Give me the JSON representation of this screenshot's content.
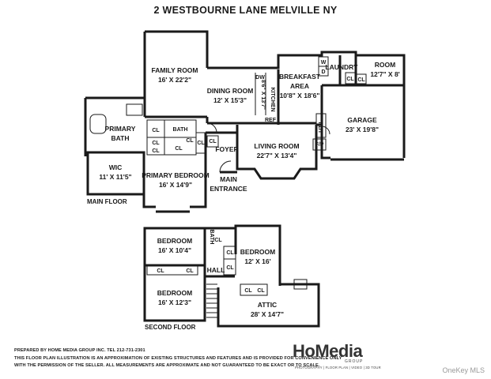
{
  "title": "2 WESTBOURNE LANE MELVILLE NY",
  "main_floor": {
    "label": "MAIN FLOOR",
    "rooms": {
      "family_room": {
        "name": "FAMILY ROOM",
        "dims": "16' X 22'2\""
      },
      "dining_room": {
        "name": "DINING ROOM",
        "dims": "12' X 15'3\""
      },
      "dw": "DW",
      "dw_dims": "8'6\" X 13'7\"",
      "kitchen": "KITCHEN",
      "ref": "REF",
      "breakfast": {
        "name1": "BREAKFAST",
        "name2": "AREA",
        "dims": "10'8\" X 18'6\""
      },
      "w": "W",
      "d": "D",
      "laundry": "LAUNDRY",
      "room": {
        "name": "ROOM",
        "dims": "12'7\" X 8'"
      },
      "garage": {
        "name": "GARAGE",
        "dims": "23' X 19'8\""
      },
      "util": "UTIL",
      "fp": "F/P",
      "living_room": {
        "name": "LIVING ROOM",
        "dims": "22'7\" X 13'4\""
      },
      "foyer": "FOYER",
      "main_entrance1": "MAIN",
      "main_entrance2": "ENTRANCE",
      "primary_bath": {
        "name1": "PRIMARY",
        "name2": "BATH"
      },
      "bath": "BATH",
      "wic": {
        "name": "WIC",
        "dims": "11' X 11'5\""
      },
      "primary_bedroom": {
        "name": "PRIMARY BEDROOM",
        "dims": "16' X 14'9\""
      },
      "cl": "CL"
    }
  },
  "second_floor": {
    "label": "SECOND FLOOR",
    "rooms": {
      "bedroom1": {
        "name": "BEDROOM",
        "dims": "16' X 10'4\""
      },
      "bedroom2": {
        "name": "BEDROOM",
        "dims": "12' X 16'"
      },
      "bedroom3": {
        "name": "BEDROOM",
        "dims": "16' X 12'3\""
      },
      "bath": "BATH",
      "hall": "HALL",
      "attic": {
        "name": "ATTIC",
        "dims": "28' X 14'7\""
      },
      "cl": "CL"
    }
  },
  "footer": {
    "line1": "PREPARED BY HOME MEDIA GROUP INC. TEL 212-731-2301",
    "line2": "THIS FLOOR PLAN ILLUSTRATION IS AN APPROXIMATION OF EXISTING STRUCTURES AND FEATURES AND IS PROVIDED FOR CONVENIENCE ONLY",
    "line3": "WITH THE PERMISSION OF THE SELLER. ALL MEASUREMENTS ARE APPROXIMATE AND NOT GUARANTEED TO BE EXACT OR TO SCALE."
  },
  "brand": {
    "logo_h": "Ho",
    "logo_m": "Media",
    "sub1": "GROUP",
    "sub2": "PHOTOGRAPHY | FLOOR PLAN | VIDEO | 3D TOUR"
  },
  "watermark": "OneKey MLS"
}
